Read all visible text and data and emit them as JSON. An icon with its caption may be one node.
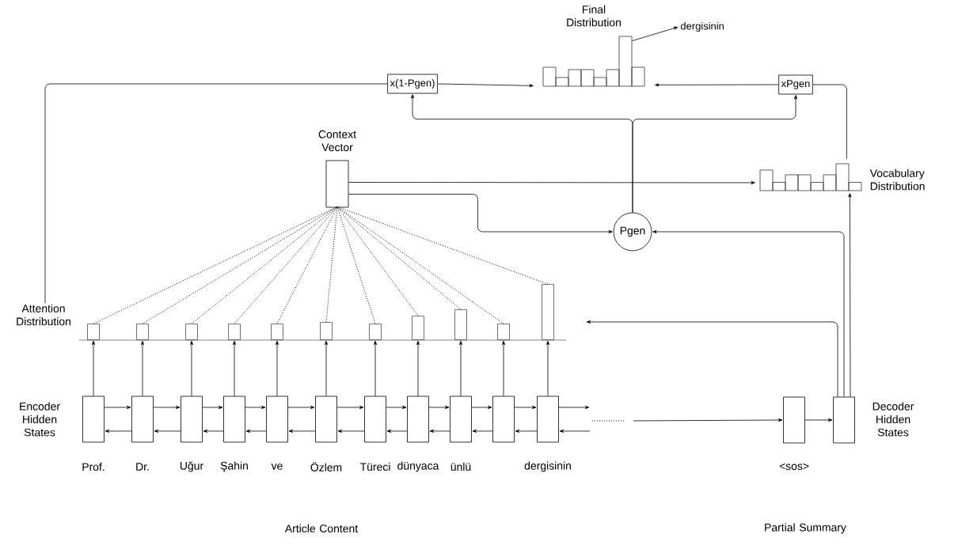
{
  "diagram": {
    "nodes": [
      {
        "text": [
          "Final Distribution"
        ]
      },
      {
        "text": [
          "dergisinin"
        ]
      },
      {
        "text": [
          "x(1-Pgen)"
        ]
      },
      {
        "text": [
          "xPgen"
        ]
      },
      {
        "text": [
          "Context Vector"
        ]
      },
      {
        "text": [
          "Vocabulary Distribution"
        ]
      },
      {
        "text": [
          "Pgen"
        ]
      },
      {
        "text": [],
        "shape": "bar"
      },
      {
        "text": [],
        "shape": "bar"
      },
      {
        "text": [],
        "shape": "bar"
      },
      {
        "text": [],
        "shape": "bar"
      },
      {
        "text": [],
        "shape": "bar"
      },
      {
        "text": [],
        "shape": "bar"
      },
      {
        "text": [],
        "shape": "bar"
      },
      {
        "text": [],
        "shape": "bar"
      },
      {
        "text": [],
        "shape": "bar"
      },
      {
        "text": [],
        "shape": "bar"
      },
      {
        "text": [],
        "shape": "bar"
      },
      {
        "text": [],
        "shape": "box",
        "beside": [
          "Prof."
        ]
      },
      {
        "text": [],
        "shape": "box",
        "beside": [
          "Dr."
        ]
      },
      {
        "text": [],
        "shape": "box",
        "beside": [
          "Uğur"
        ]
      },
      {
        "text": [],
        "shape": "box",
        "beside": [
          "Şahin"
        ]
      },
      {
        "text": [],
        "shape": "box",
        "beside": [
          "ve"
        ]
      },
      {
        "text": [],
        "shape": "box",
        "beside": [
          "Özlem"
        ]
      },
      {
        "text": [],
        "shape": "box",
        "beside": [
          "Türeci"
        ]
      },
      {
        "text": [],
        "shape": "box",
        "beside": [
          "dünyaca"
        ]
      },
      {
        "text": [],
        "shape": "box",
        "beside": [
          "ünlü"
        ]
      },
      {
        "text": [],
        "shape": "box"
      },
      {
        "text": [],
        "shape": "box",
        "beside": [
          "dergisinin"
        ]
      },
      {
        "text": [],
        "shape": "box",
        "beside": [
          "<sos>"
        ]
      },
      {
        "text": [],
        "shape": "box"
      },
      {
        "text": [
          "Attention Distribution"
        ]
      }
    ],
    "edges": [
      {
        "from": 0,
        "to": 1,
        "arrow": "to"
      },
      {
        "from": 31,
        "to": 2,
        "arrow": "none"
      },
      {
        "from": 2,
        "to": 0,
        "arrow": "to"
      },
      {
        "from": 3,
        "to": 0,
        "arrow": "to"
      },
      {
        "from": 5,
        "to": 3,
        "arrow": "none"
      },
      {
        "from": 6,
        "to": 2,
        "arrow": "to"
      },
      {
        "from": 6,
        "to": 3,
        "arrow": "to"
      },
      {
        "from": 4,
        "to": 5,
        "arrow": "to"
      },
      {
        "from": 4,
        "to": 6,
        "arrow": "to"
      },
      {
        "from": 30,
        "to": 6,
        "arrow": "to"
      },
      {
        "from": 30,
        "to": 5,
        "arrow": "to"
      },
      {
        "from": 30,
        "to": null,
        "arrow": "to"
      },
      {
        "from": 7,
        "to": 4,
        "arrow": "none",
        "style": "dashed"
      },
      {
        "from": 8,
        "to": 4,
        "arrow": "none",
        "style": "dashed"
      },
      {
        "from": 9,
        "to": 4,
        "arrow": "none",
        "style": "dashed"
      },
      {
        "from": 10,
        "to": 4,
        "arrow": "none",
        "style": "dashed"
      },
      {
        "from": 11,
        "to": 4,
        "arrow": "none",
        "style": "dashed"
      },
      {
        "from": 12,
        "to": 4,
        "arrow": "none",
        "style": "dashed"
      },
      {
        "from": 13,
        "to": 4,
        "arrow": "none",
        "style": "dashed"
      },
      {
        "from": 14,
        "to": 4,
        "arrow": "none",
        "style": "dashed"
      },
      {
        "from": 15,
        "to": 4,
        "arrow": "none",
        "style": "dashed"
      },
      {
        "from": 16,
        "to": 4,
        "arrow": "none",
        "style": "dashed"
      },
      {
        "from": 17,
        "to": 4,
        "arrow": "none",
        "style": "dashed"
      },
      {
        "from": 18,
        "to": 7,
        "arrow": "to"
      },
      {
        "from": 19,
        "to": 8,
        "arrow": "to"
      },
      {
        "from": 20,
        "to": 9,
        "arrow": "to"
      },
      {
        "from": 21,
        "to": 10,
        "arrow": "to"
      },
      {
        "from": 22,
        "to": 11,
        "arrow": "to"
      },
      {
        "from": 23,
        "to": 12,
        "arrow": "to"
      },
      {
        "from": 24,
        "to": 13,
        "arrow": "to"
      },
      {
        "from": 25,
        "to": 14,
        "arrow": "to"
      },
      {
        "from": 26,
        "to": 15,
        "arrow": "to"
      },
      {
        "from": 27,
        "to": 16,
        "arrow": "to"
      },
      {
        "from": 28,
        "to": 17,
        "arrow": "to"
      },
      {
        "from": 18,
        "to": 19,
        "arrow": "to"
      },
      {
        "from": 19,
        "to": 20,
        "arrow": "to"
      },
      {
        "from": 20,
        "to": 21,
        "arrow": "to"
      },
      {
        "from": 21,
        "to": 22,
        "arrow": "to"
      },
      {
        "from": 22,
        "to": 23,
        "arrow": "to"
      },
      {
        "from": 23,
        "to": 24,
        "arrow": "to"
      },
      {
        "from": 24,
        "to": 25,
        "arrow": "to"
      },
      {
        "from": 25,
        "to": 26,
        "arrow": "to"
      },
      {
        "from": 26,
        "to": 27,
        "arrow": "to"
      },
      {
        "from": 27,
        "to": 28,
        "arrow": "to"
      },
      {
        "from": 19,
        "to": 18,
        "arrow": "to"
      },
      {
        "from": 20,
        "to": 19,
        "arrow": "to"
      },
      {
        "from": 21,
        "to": 20,
        "arrow": "to"
      },
      {
        "from": 22,
        "to": 21,
        "arrow": "to"
      },
      {
        "from": 23,
        "to": 22,
        "arrow": "to"
      },
      {
        "from": 24,
        "to": 23,
        "arrow": "to"
      },
      {
        "from": 25,
        "to": 24,
        "arrow": "to"
      },
      {
        "from": 26,
        "to": 25,
        "arrow": "to"
      },
      {
        "from": 27,
        "to": 26,
        "arrow": "to"
      },
      {
        "from": 28,
        "to": 27,
        "arrow": "to"
      },
      {
        "from": 28,
        "to": null,
        "arrow": "to"
      },
      {
        "from": null,
        "to": 28,
        "arrow": "to"
      },
      {
        "from": null,
        "to": 29,
        "arrow": "to"
      },
      {
        "from": 29,
        "to": 30,
        "arrow": "to"
      }
    ],
    "labels": [
      "Encoder Hidden States",
      "Decoder Hidden States",
      "Article Content",
      "Partial Summary"
    ]
  }
}
